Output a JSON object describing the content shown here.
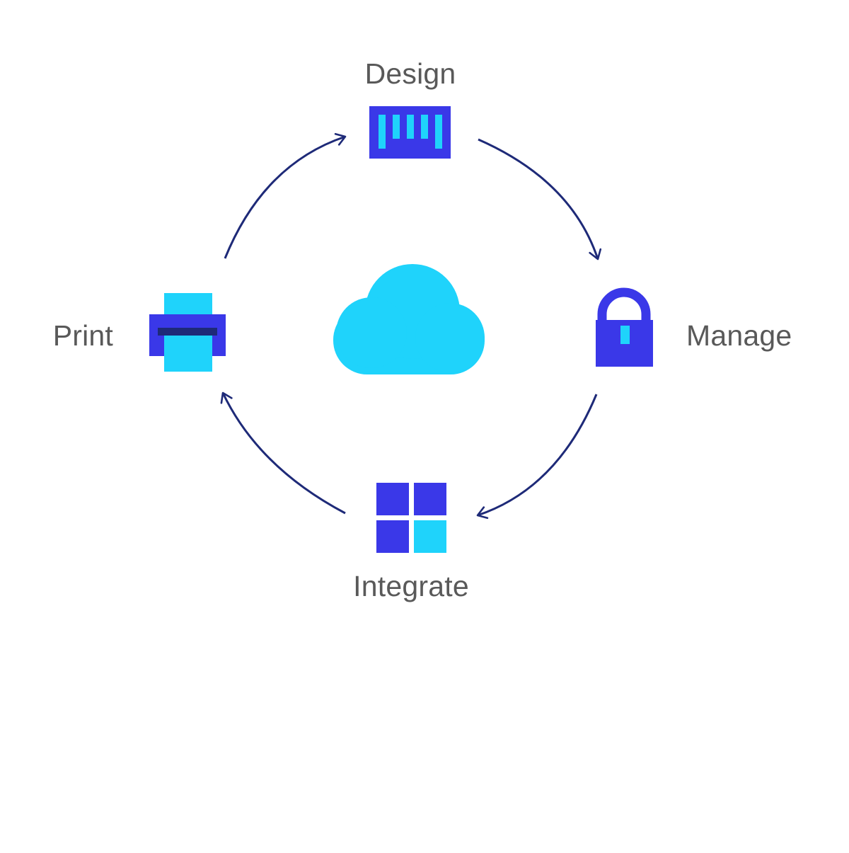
{
  "diagram": {
    "center": {
      "icon": "cloud-icon"
    },
    "steps": [
      {
        "id": "design",
        "label": "Design",
        "icon": "barcode-icon"
      },
      {
        "id": "manage",
        "label": "Manage",
        "icon": "lock-icon"
      },
      {
        "id": "integrate",
        "label": "Integrate",
        "icon": "windows-grid-icon"
      },
      {
        "id": "print",
        "label": "Print",
        "icon": "printer-icon"
      }
    ],
    "flow": [
      "design",
      "manage",
      "integrate",
      "print",
      "design"
    ]
  },
  "colors": {
    "primary": "#3a38e8",
    "accent": "#1fd3fb",
    "arrow": "#1e2a78",
    "label": "#595959",
    "background": "#ffffff"
  }
}
